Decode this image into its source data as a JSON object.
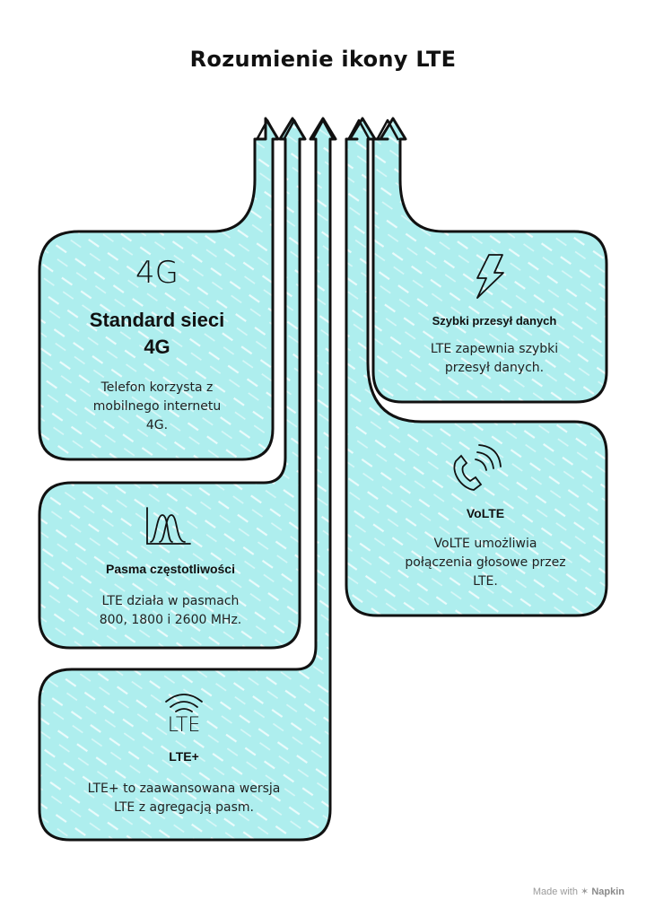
{
  "title": "Rozumienie ikony LTE",
  "colors": {
    "fill": "#aeeeee",
    "stroke": "#111111",
    "hatch": "#ffffff"
  },
  "cards": [
    {
      "id": "4g",
      "icon": "4g-icon",
      "icon_text": "4G",
      "heading": "Standard sieci 4G",
      "heading_line1": "Standard sieci",
      "heading_line2": "4G",
      "text_line1": "Telefon korzysta z",
      "text_line2": "mobilnego internetu",
      "text_line3": "4G."
    },
    {
      "id": "freq",
      "icon": "frequency-chart-icon",
      "heading": "Pasma częstotliwości",
      "text_line1": "LTE działa w pasmach",
      "text_line2": "800, 1800 i 2600 MHz."
    },
    {
      "id": "lteplus",
      "icon": "lte-signal-icon",
      "icon_text": "LTE",
      "heading": "LTE+",
      "text_line1": "LTE+ to zaawansowana wersja",
      "text_line2": "LTE z agregacją pasm."
    },
    {
      "id": "speed",
      "icon": "lightning-icon",
      "heading": "Szybki przesył danych",
      "text_line1": "LTE zapewnia szybki",
      "text_line2": "przesył danych."
    },
    {
      "id": "volte",
      "icon": "phone-call-icon",
      "heading": "VoLTE",
      "text_line1": "VoLTE umożliwia",
      "text_line2": "połączenia głosowe przez",
      "text_line3": "LTE."
    }
  ],
  "watermark": {
    "prefix": "Made with",
    "brand": "Napkin"
  }
}
